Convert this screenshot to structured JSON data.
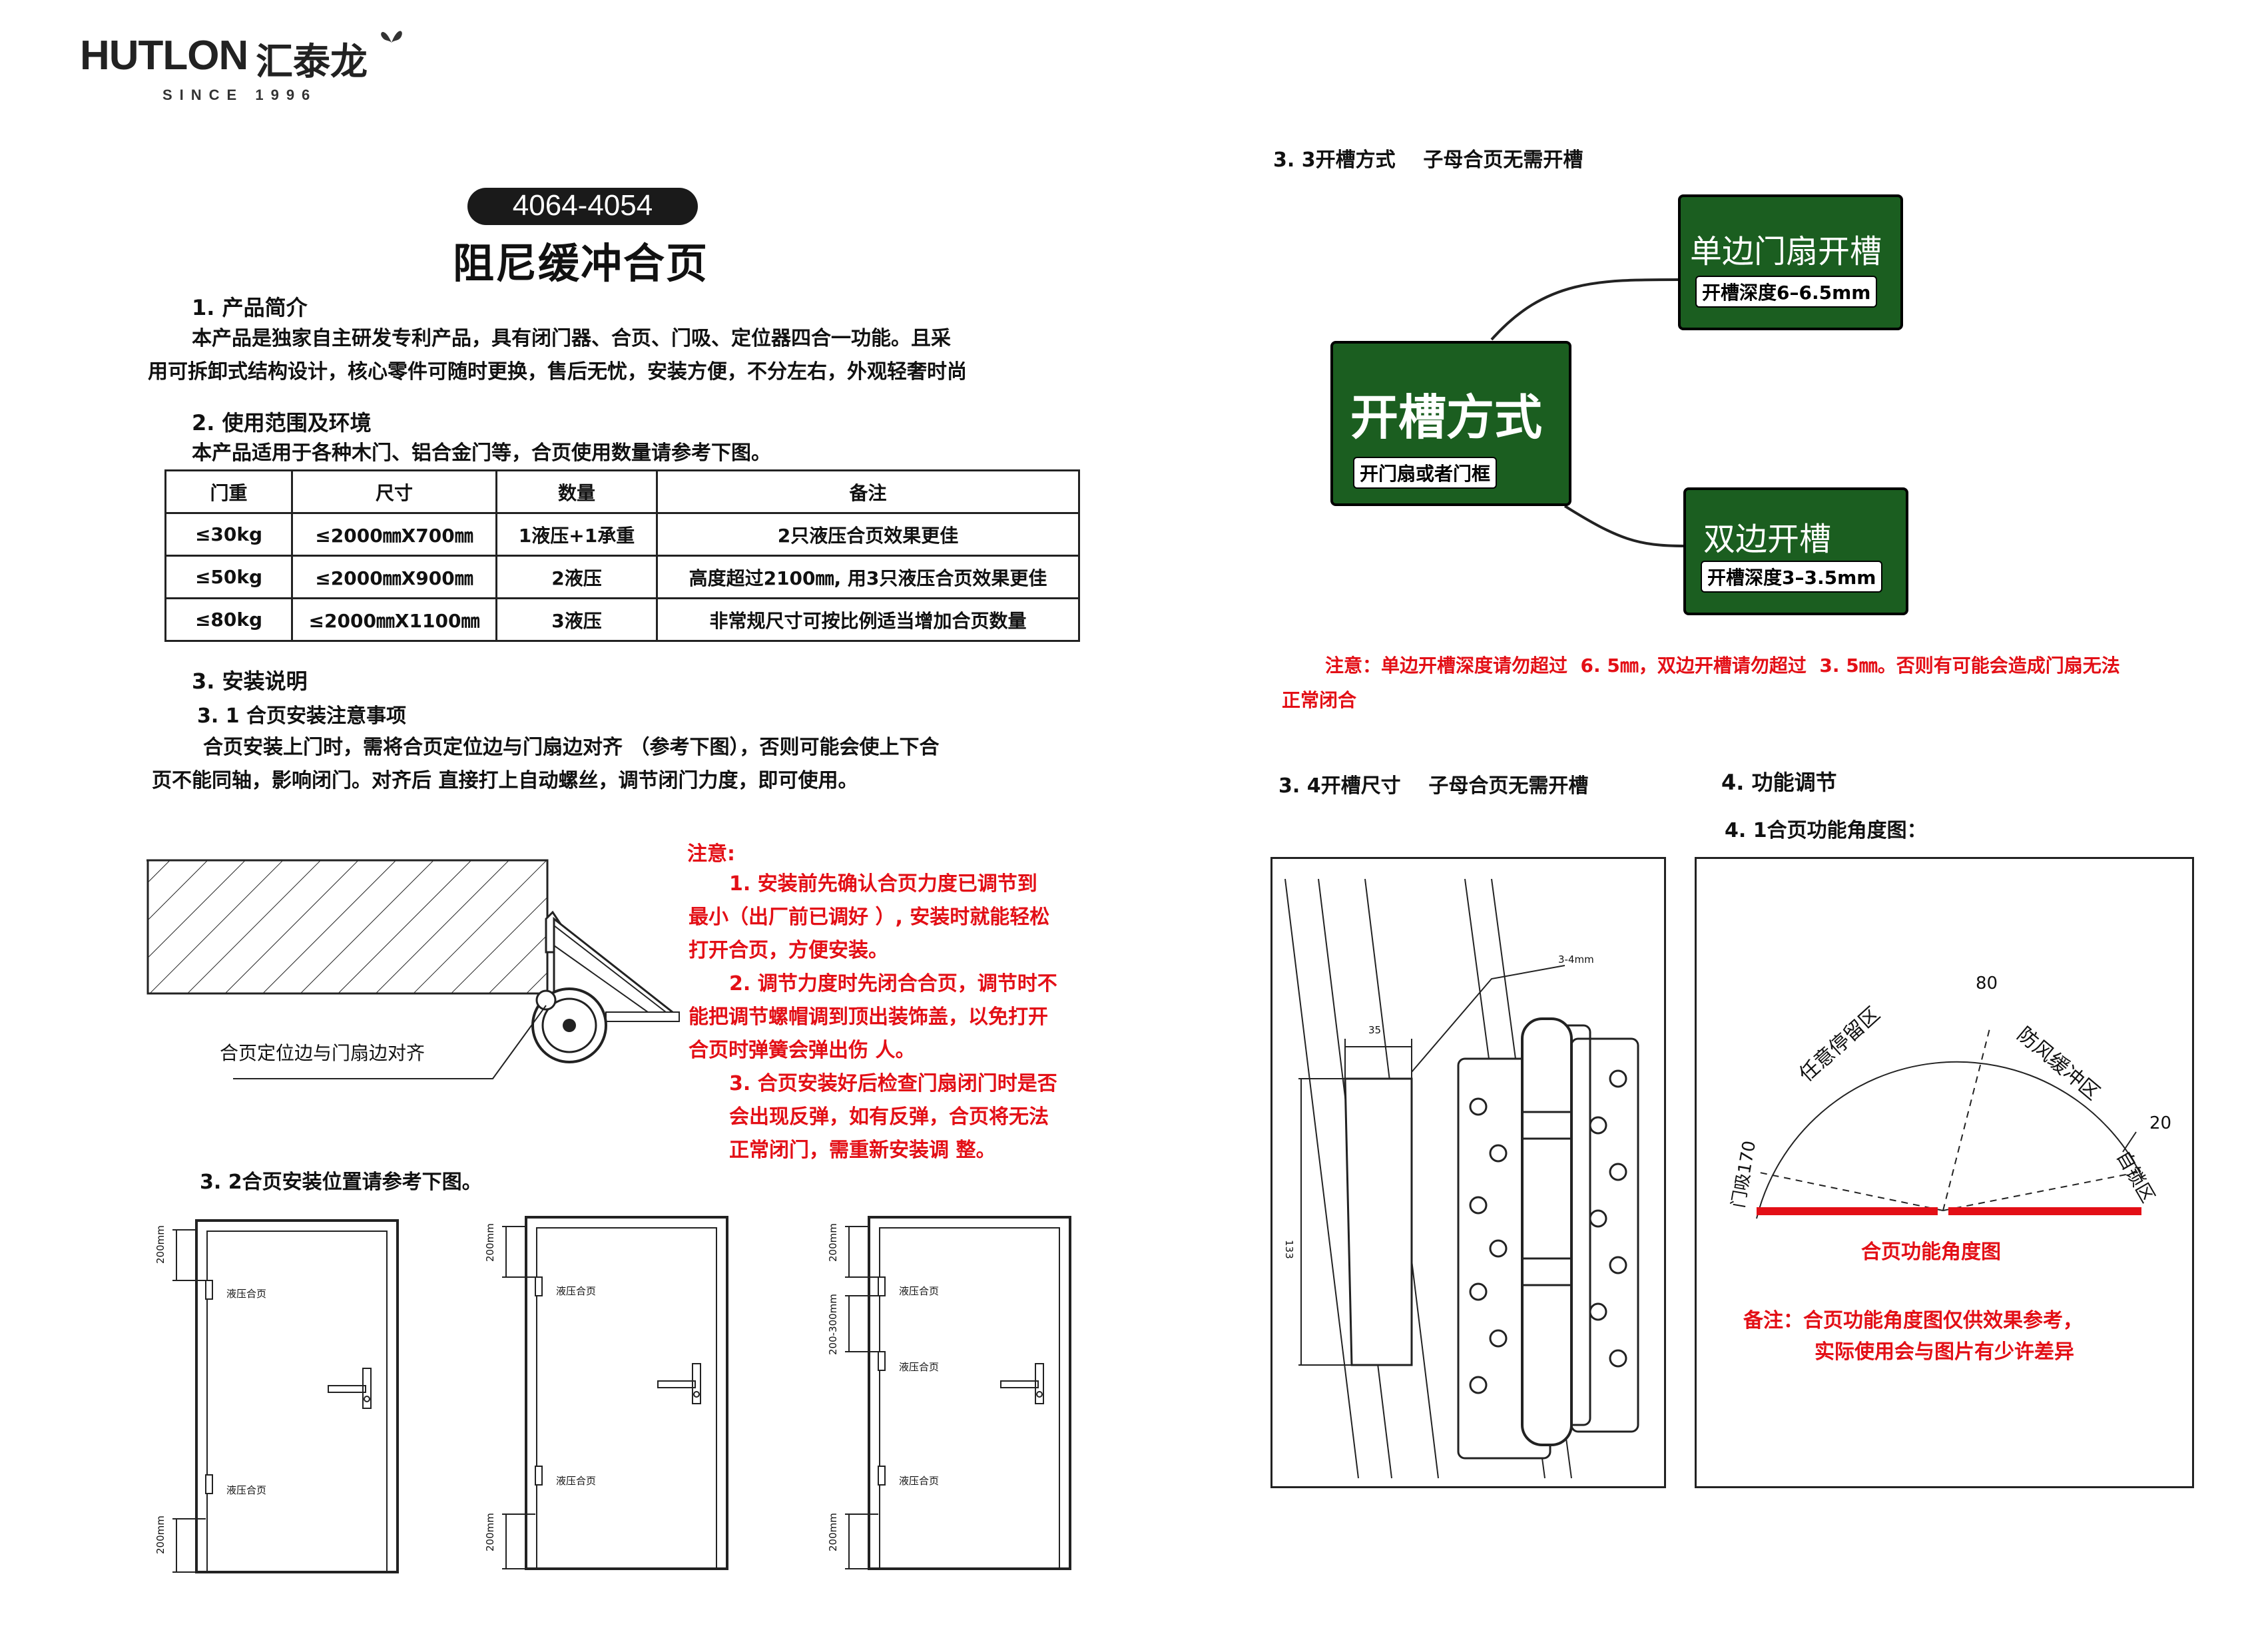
{
  "logo": {
    "brand_latin": "HUTLON",
    "brand_cn": "汇泰龙",
    "since": "SINCE 1996"
  },
  "header": {
    "model": "4064-4054",
    "title": "阻尼缓冲合页"
  },
  "section1": {
    "heading": "1. 产品简介",
    "line1": "本产品是独家自主研发专利产品，具有闭门器、合页、门吸、定位器四合一功能。且采",
    "line2": "用可拆卸式结构设计，核心零件可随时更换，售后无忧，安装方便，不分左右，外观轻奢时尚"
  },
  "section2": {
    "heading": "2. 使用范围及环境",
    "intro": "本产品适用于各种木门、铝合金门等，合页使用数量请参考下图。",
    "table": {
      "headers": [
        "门重",
        "尺寸",
        "数量",
        "备注"
      ],
      "rows": [
        [
          "≤30kg",
          "≤2000㎜X700㎜",
          "1液压+1承重",
          "2只液压合页效果更佳"
        ],
        [
          "≤50kg",
          "≤2000㎜X900㎜",
          "2液压",
          "高度超过2100㎜, 用3只液压合页效果更佳"
        ],
        [
          "≤80kg",
          "≤2000㎜X1100㎜",
          "3液压",
          "非常规尺寸可按比例适当增加合页数量"
        ]
      ]
    }
  },
  "section3": {
    "heading": "3. 安装说明",
    "sub1": "3. 1  合页安装注意事项",
    "line1": "合页安装上门时，需将合页定位边与门扇边对齐    （参考下图），否则可能会使上下合",
    "line2": "页不能同轴，影响闭门。对齐后    直接打上自动螺丝，调节闭门力度，即可使用。",
    "figure_label": "合页定位边与门扇边对齐",
    "notes_title": "注意:",
    "notes": [
      "1. 安装前先确认合页力度已调节到",
      "最小（出厂前已调好 ）, 安装时就能轻松",
      "打开合页，方便安装。",
      "2. 调节力度时先闭合合页，调节时不",
      "能把调节螺帽调到顶出装饰盖，以免打开",
      "合页时弹簧会弹出伤 人。",
      "3. 合页安装好后检查门扇闭门时是否",
      "会出现反弹，如有反弹，合页将无法",
      "正常闭门，需重新安装调 整。"
    ],
    "sub2": "3. 2合页安装位置请参考下图。",
    "door_hinge_label": "液压合页",
    "dim_200": "200mm",
    "dim_range": "200-300mm"
  },
  "section33": {
    "heading": "3. 3开槽方式    子母合页无需开槽",
    "center": {
      "title": "开槽方式",
      "label": "开门扇或者门框"
    },
    "single": {
      "title": "单边门扇开槽",
      "label": "开槽深度6–6.5mm"
    },
    "double": {
      "title": "双边开槽",
      "label": "开槽深度3–3.5mm"
    },
    "warning1": "注意：单边开槽深度请勿超过  6. 5㎜，双边开槽请勿超过  3. 5㎜。否则有可能会造成门扇无法",
    "warning2": "正常闭合"
  },
  "section34": {
    "heading": "3. 4开槽尺寸    子母合页无需开槽",
    "dim_depth": "3-4mm",
    "dim_width": "35",
    "dim_height": "133"
  },
  "section4": {
    "heading": "4. 功能调节",
    "sub": "4. 1合页功能角度图：",
    "angle_80": "80",
    "angle_170": "门吸170",
    "angle_20": "20",
    "zone_free": "任意停留区",
    "zone_wind": "防风缓冲区",
    "zone_auto": "自锁区",
    "caption": "合页功能角度图",
    "note1": "备注：合页功能角度图仅供效果参考，",
    "note2": "实际使用会与图片有少许差异"
  }
}
